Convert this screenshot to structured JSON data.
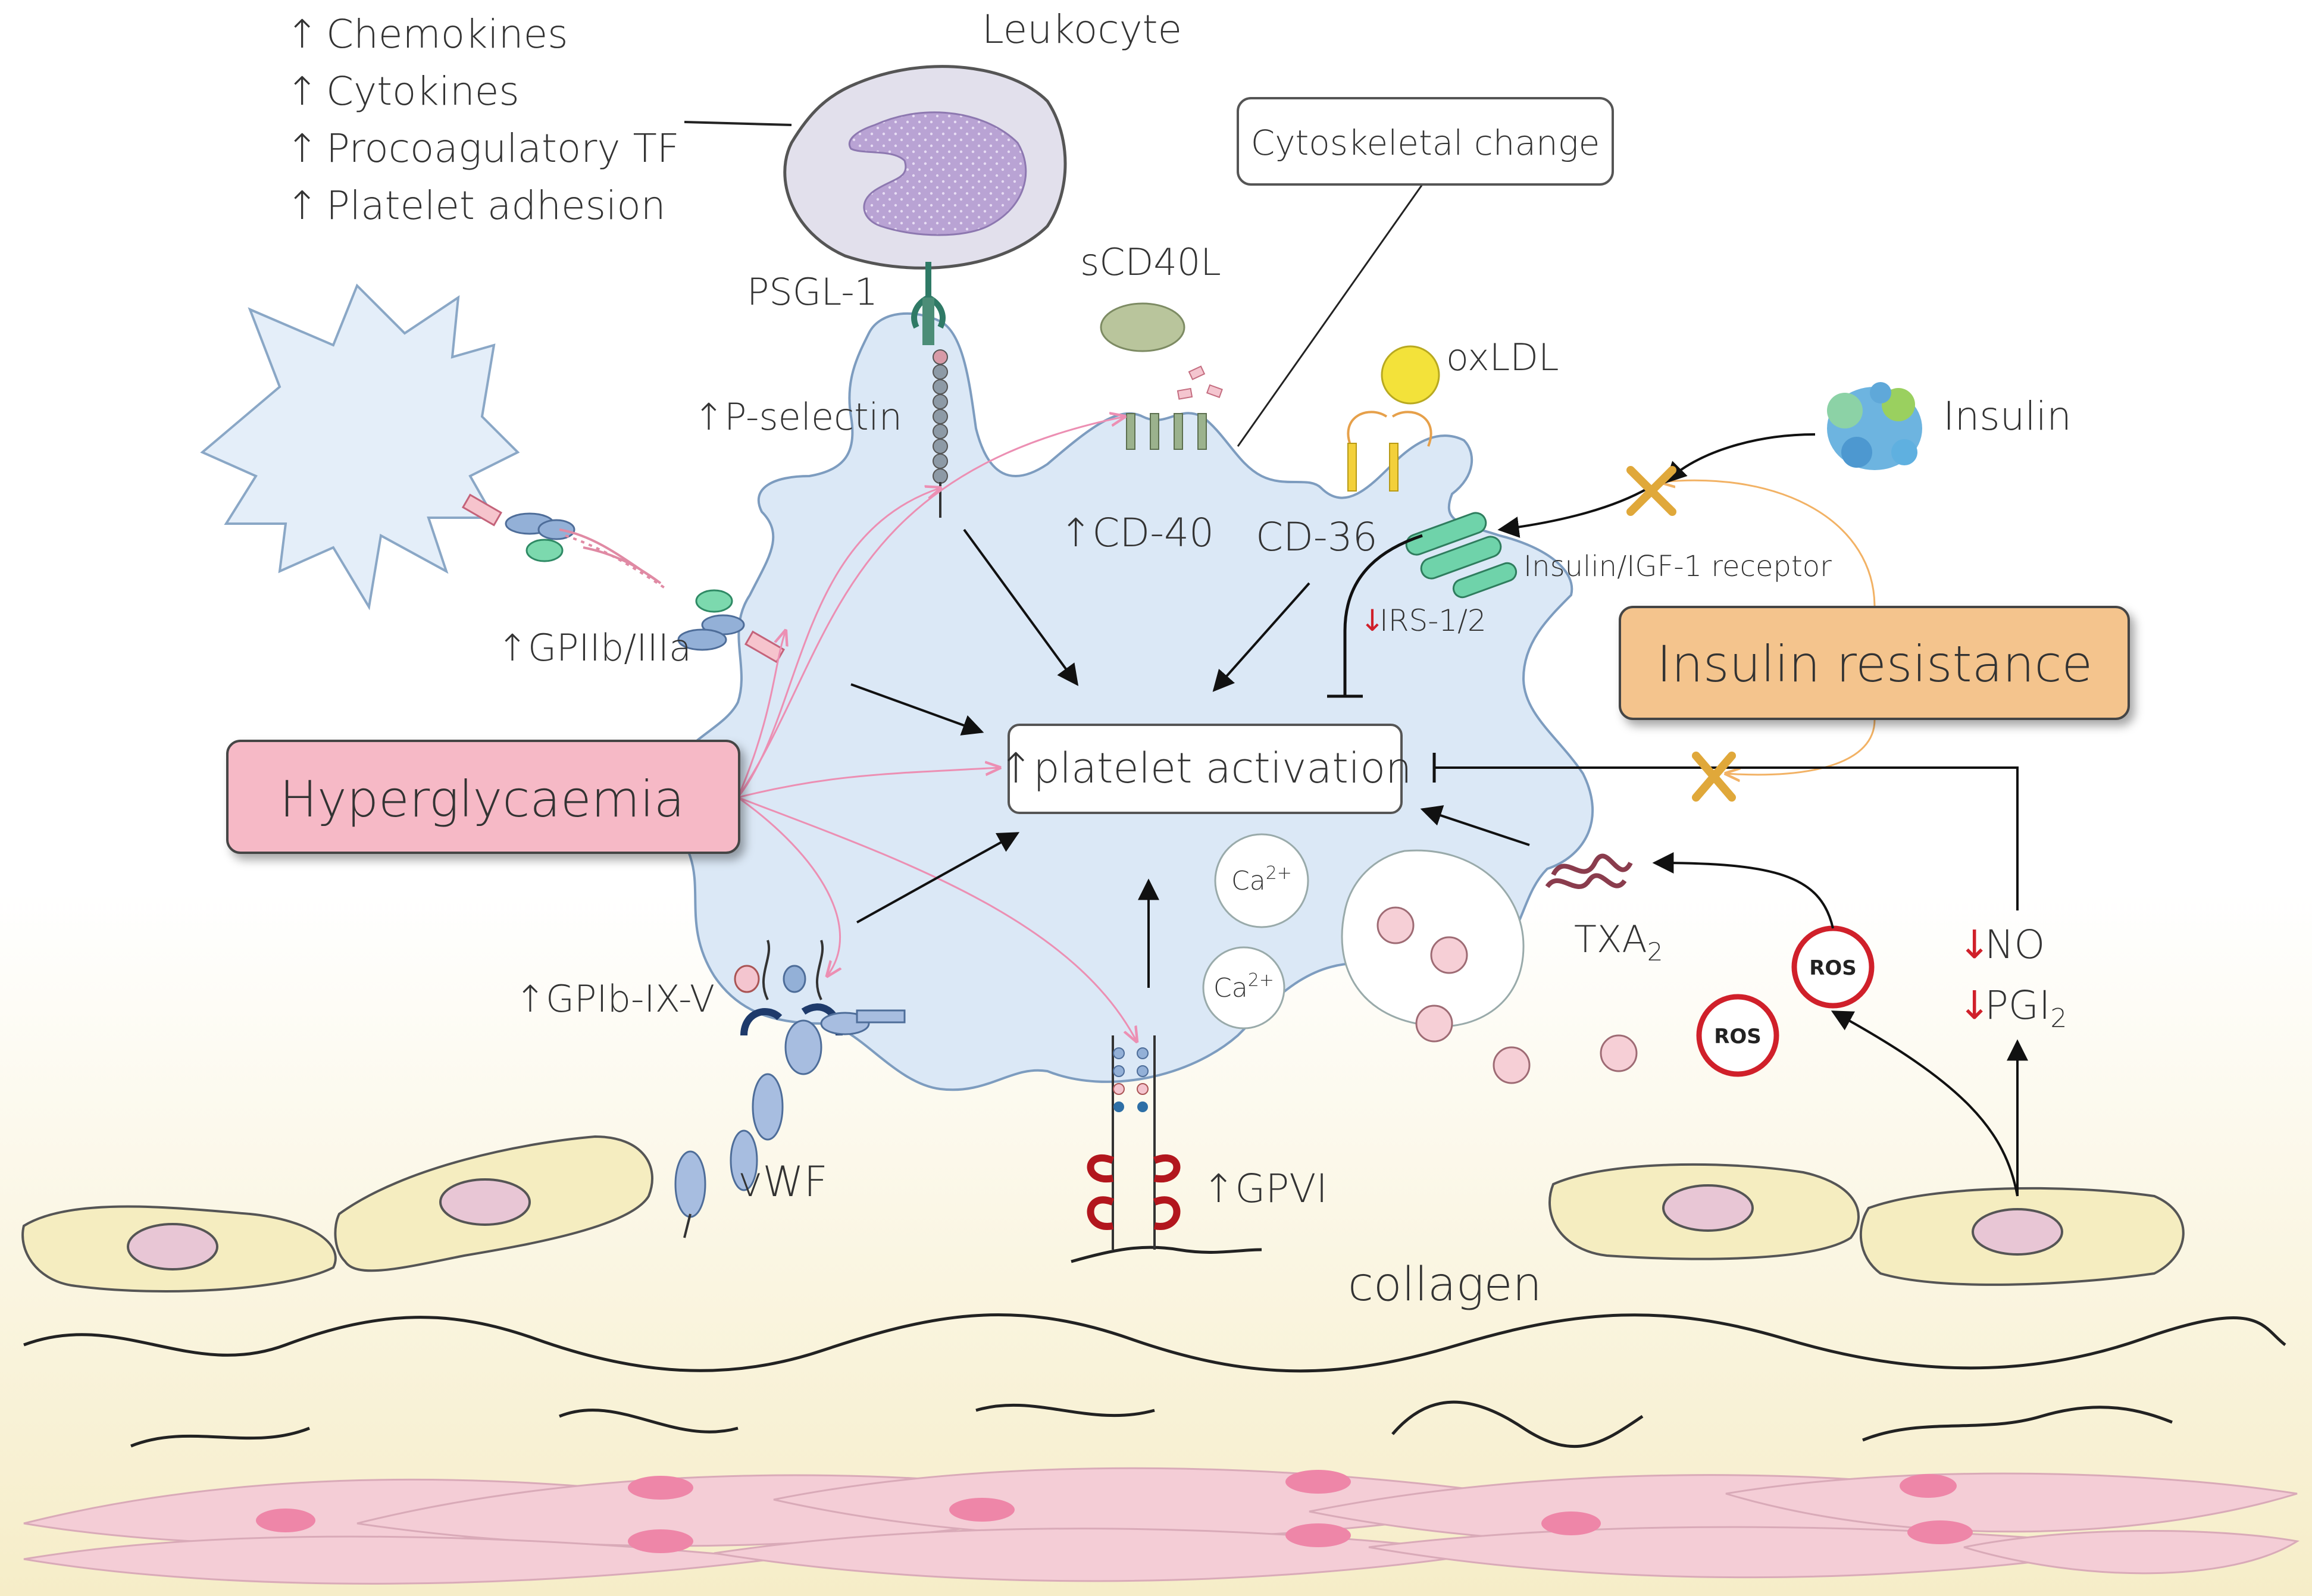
{
  "leukocyte": {
    "title": "Leukocyte",
    "effects": [
      "Chemokines",
      "Cytokines",
      "Procoagulatory TF",
      "Platelet adhesion"
    ],
    "arrow": "↑"
  },
  "receptors": {
    "psgl1": "PSGL-1",
    "p_selectin": "↑P-selectin",
    "scd40l": "sCD40L",
    "cd40": "↑CD-40",
    "oxldl": "oxLDL",
    "cd36": "CD-36",
    "insulin": "Insulin",
    "insulin_receptor": "Insulin/IGF-1  receptor",
    "irs_arrow": "↓",
    "irs": "IRS-1/2",
    "gpiib": "↑GPIIb/IIIa",
    "gpib": "↑GPIb-IX-V",
    "vwf": "vWF",
    "gpvi": "↑GPVI",
    "collagen": "collagen",
    "txa": "TXA",
    "txa_sub": "2",
    "ca": "Ca",
    "ca_sup": "2+",
    "ros": "ROS",
    "no_arrow": "↓",
    "no": "NO",
    "pgi_arrow": "↓",
    "pgi": "PGI",
    "pgi_sub": "2"
  },
  "boxes": {
    "cytoskeletal": "Cytoskeletal change",
    "platelet_activation": "↑platelet activation",
    "hyperglycaemia": "Hyperglycaemia",
    "insulin_resistance": "Insulin resistance"
  },
  "colors": {
    "platelet": "#dfeaf7",
    "hyperglycaemia_box": "#f6b9c6",
    "insulin_resistance_box": "#f4c48d",
    "endothelial": "#f7f0c8",
    "smooth_muscle": "#f4cdd6",
    "pink_arrows": "#ec8fb3",
    "orange_arrows": "#f2b265",
    "inhibitor": "#d0202a"
  }
}
